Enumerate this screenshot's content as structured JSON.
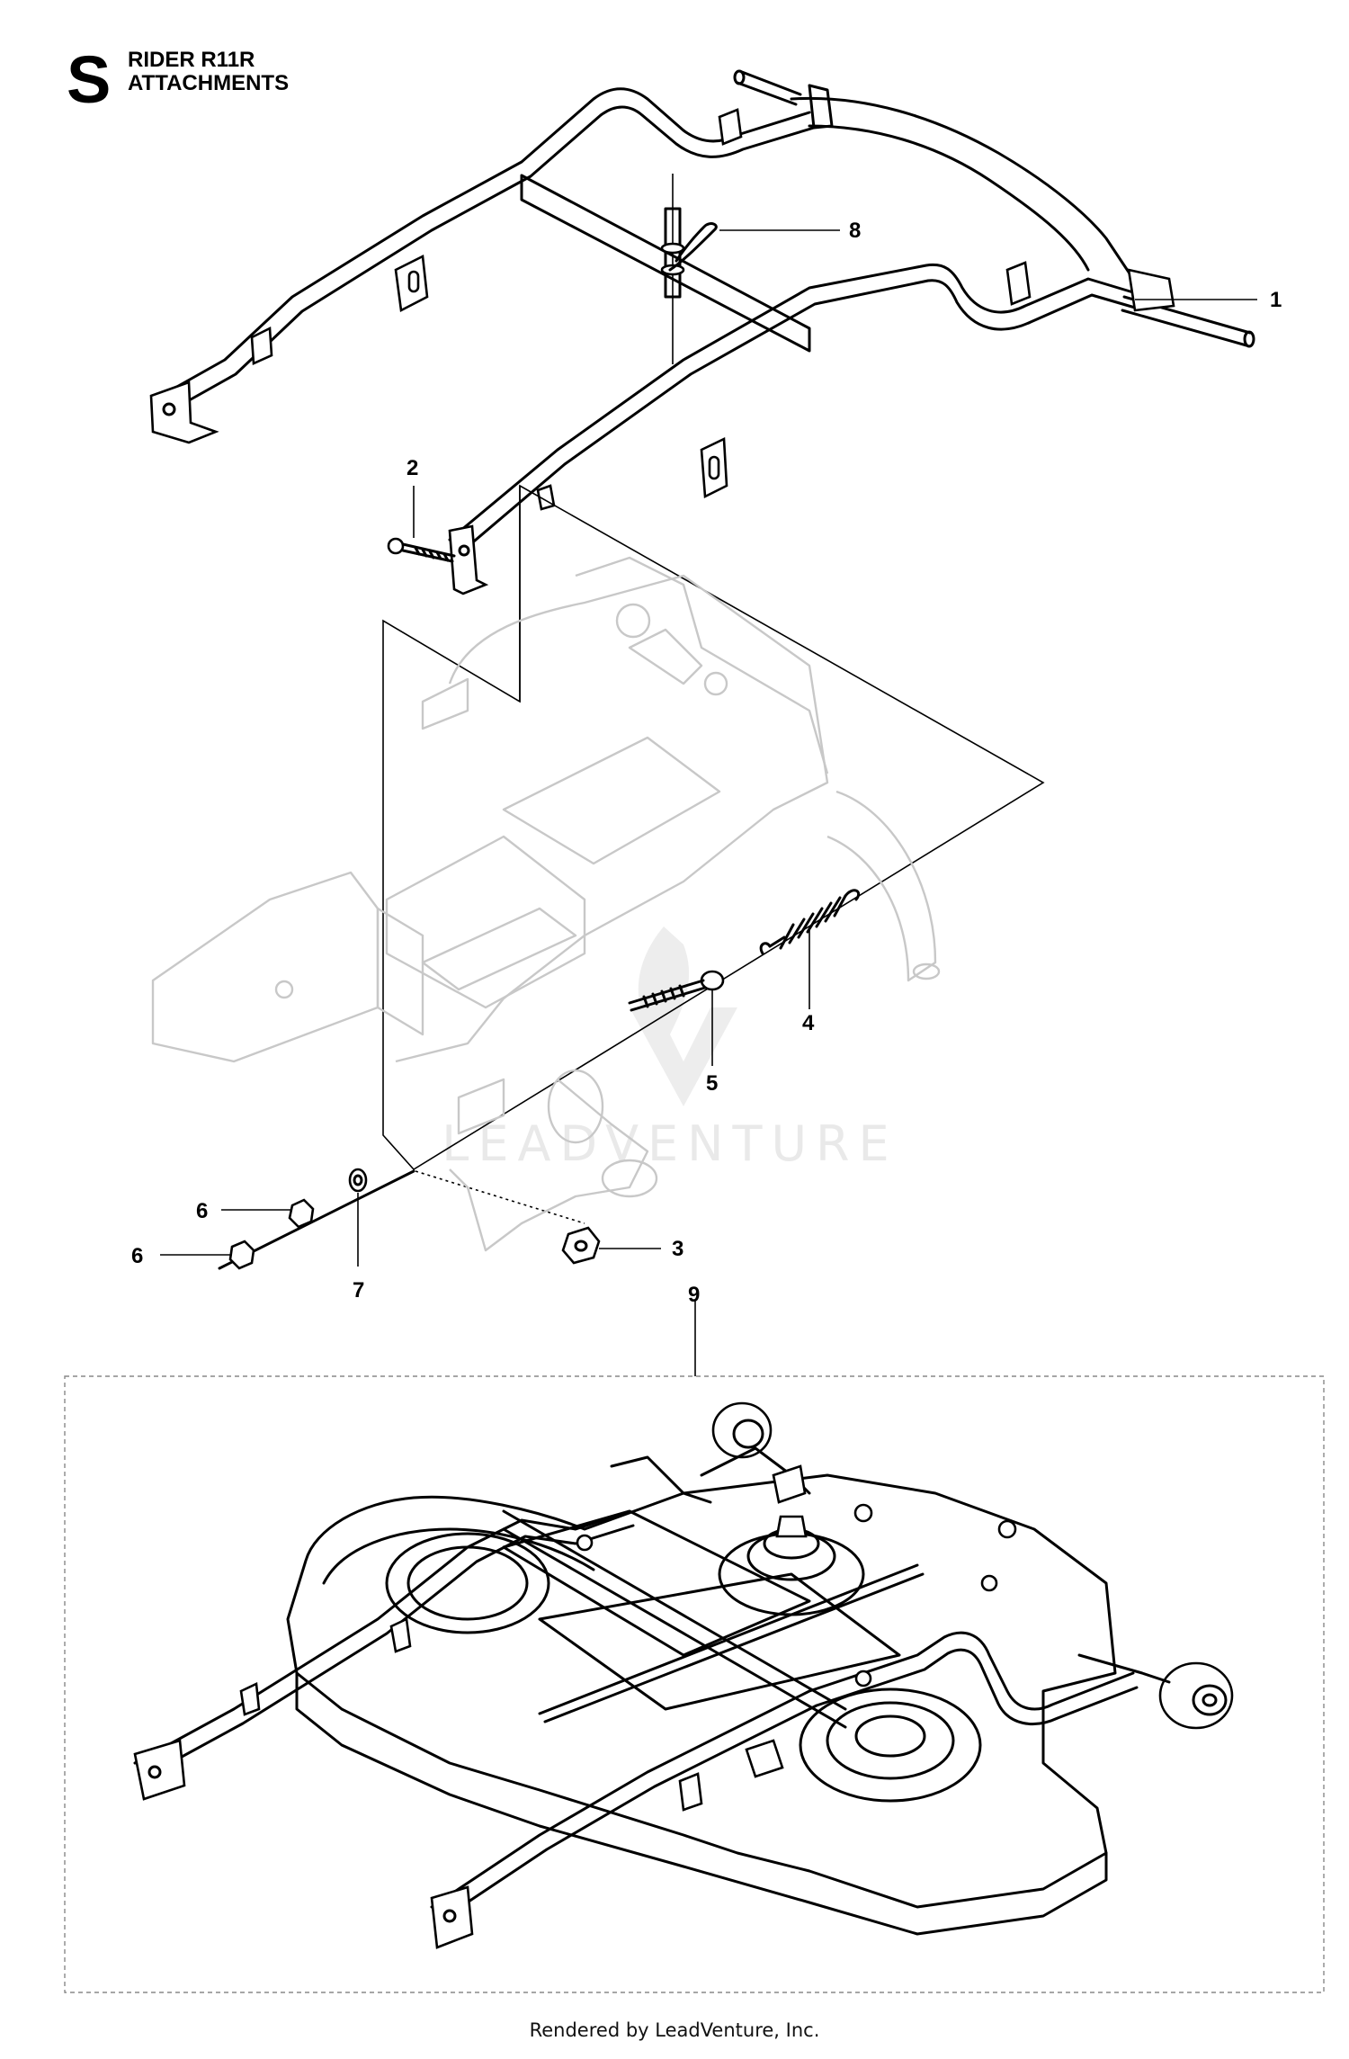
{
  "header": {
    "section_letter": "S",
    "title_line_1": "RIDER R11R",
    "title_line_2": "ATTACHMENTS"
  },
  "watermark": "LEADVENTURE",
  "callouts": [
    {
      "id": "c1",
      "label": "1"
    },
    {
      "id": "c2",
      "label": "2"
    },
    {
      "id": "c3",
      "label": "3"
    },
    {
      "id": "c4",
      "label": "4"
    },
    {
      "id": "c5",
      "label": "5"
    },
    {
      "id": "c6a",
      "label": "6"
    },
    {
      "id": "c6b",
      "label": "6"
    },
    {
      "id": "c7",
      "label": "7"
    },
    {
      "id": "c8",
      "label": "8"
    },
    {
      "id": "c9",
      "label": "9"
    }
  ],
  "footer": "Rendered by LeadVenture, Inc."
}
